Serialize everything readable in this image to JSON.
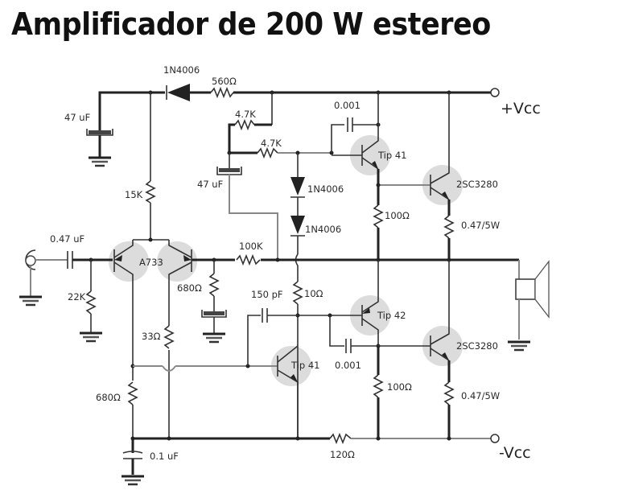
{
  "title": "Amplificador de 200 W estereo",
  "rails": {
    "positive": "+Vcc",
    "negative": "-Vcc"
  },
  "components": {
    "c_47uf_top": "47 uF",
    "d_1n4006_top": "1N4006",
    "r_560": "560Ω",
    "r_4k7_a": "4.7K",
    "r_4k7_b": "4.7K",
    "c_0001_top": "0.001",
    "q_tip41_top": "Tip 41",
    "q_2sc3280_top": "2SC3280",
    "c_47uf_mid": "47 uF",
    "d_1n4006_a": "1N4006",
    "d_1n4006_b": "1N4006",
    "r_15k": "15K",
    "c_047uf": "0.47 uF",
    "q_a733": "A733",
    "r_100k": "100K",
    "r_100_top": "100Ω",
    "r_047_top": "0.47/5W",
    "r_22k": "22K",
    "r_680_mid": "680Ω",
    "c_150pf": "150 pF",
    "r_10": "10Ω",
    "q_tip42": "Tip 42",
    "q_2sc3280_bot": "2SC3280",
    "r_33": "33Ω",
    "q_tip41_bot": "Tip 41",
    "c_0001_bot": "0.001",
    "r_680_low": "680Ω",
    "r_100_bot": "100Ω",
    "r_047_bot": "0.47/5W",
    "c_01uf": "0.1 uF",
    "r_120": "120Ω"
  }
}
